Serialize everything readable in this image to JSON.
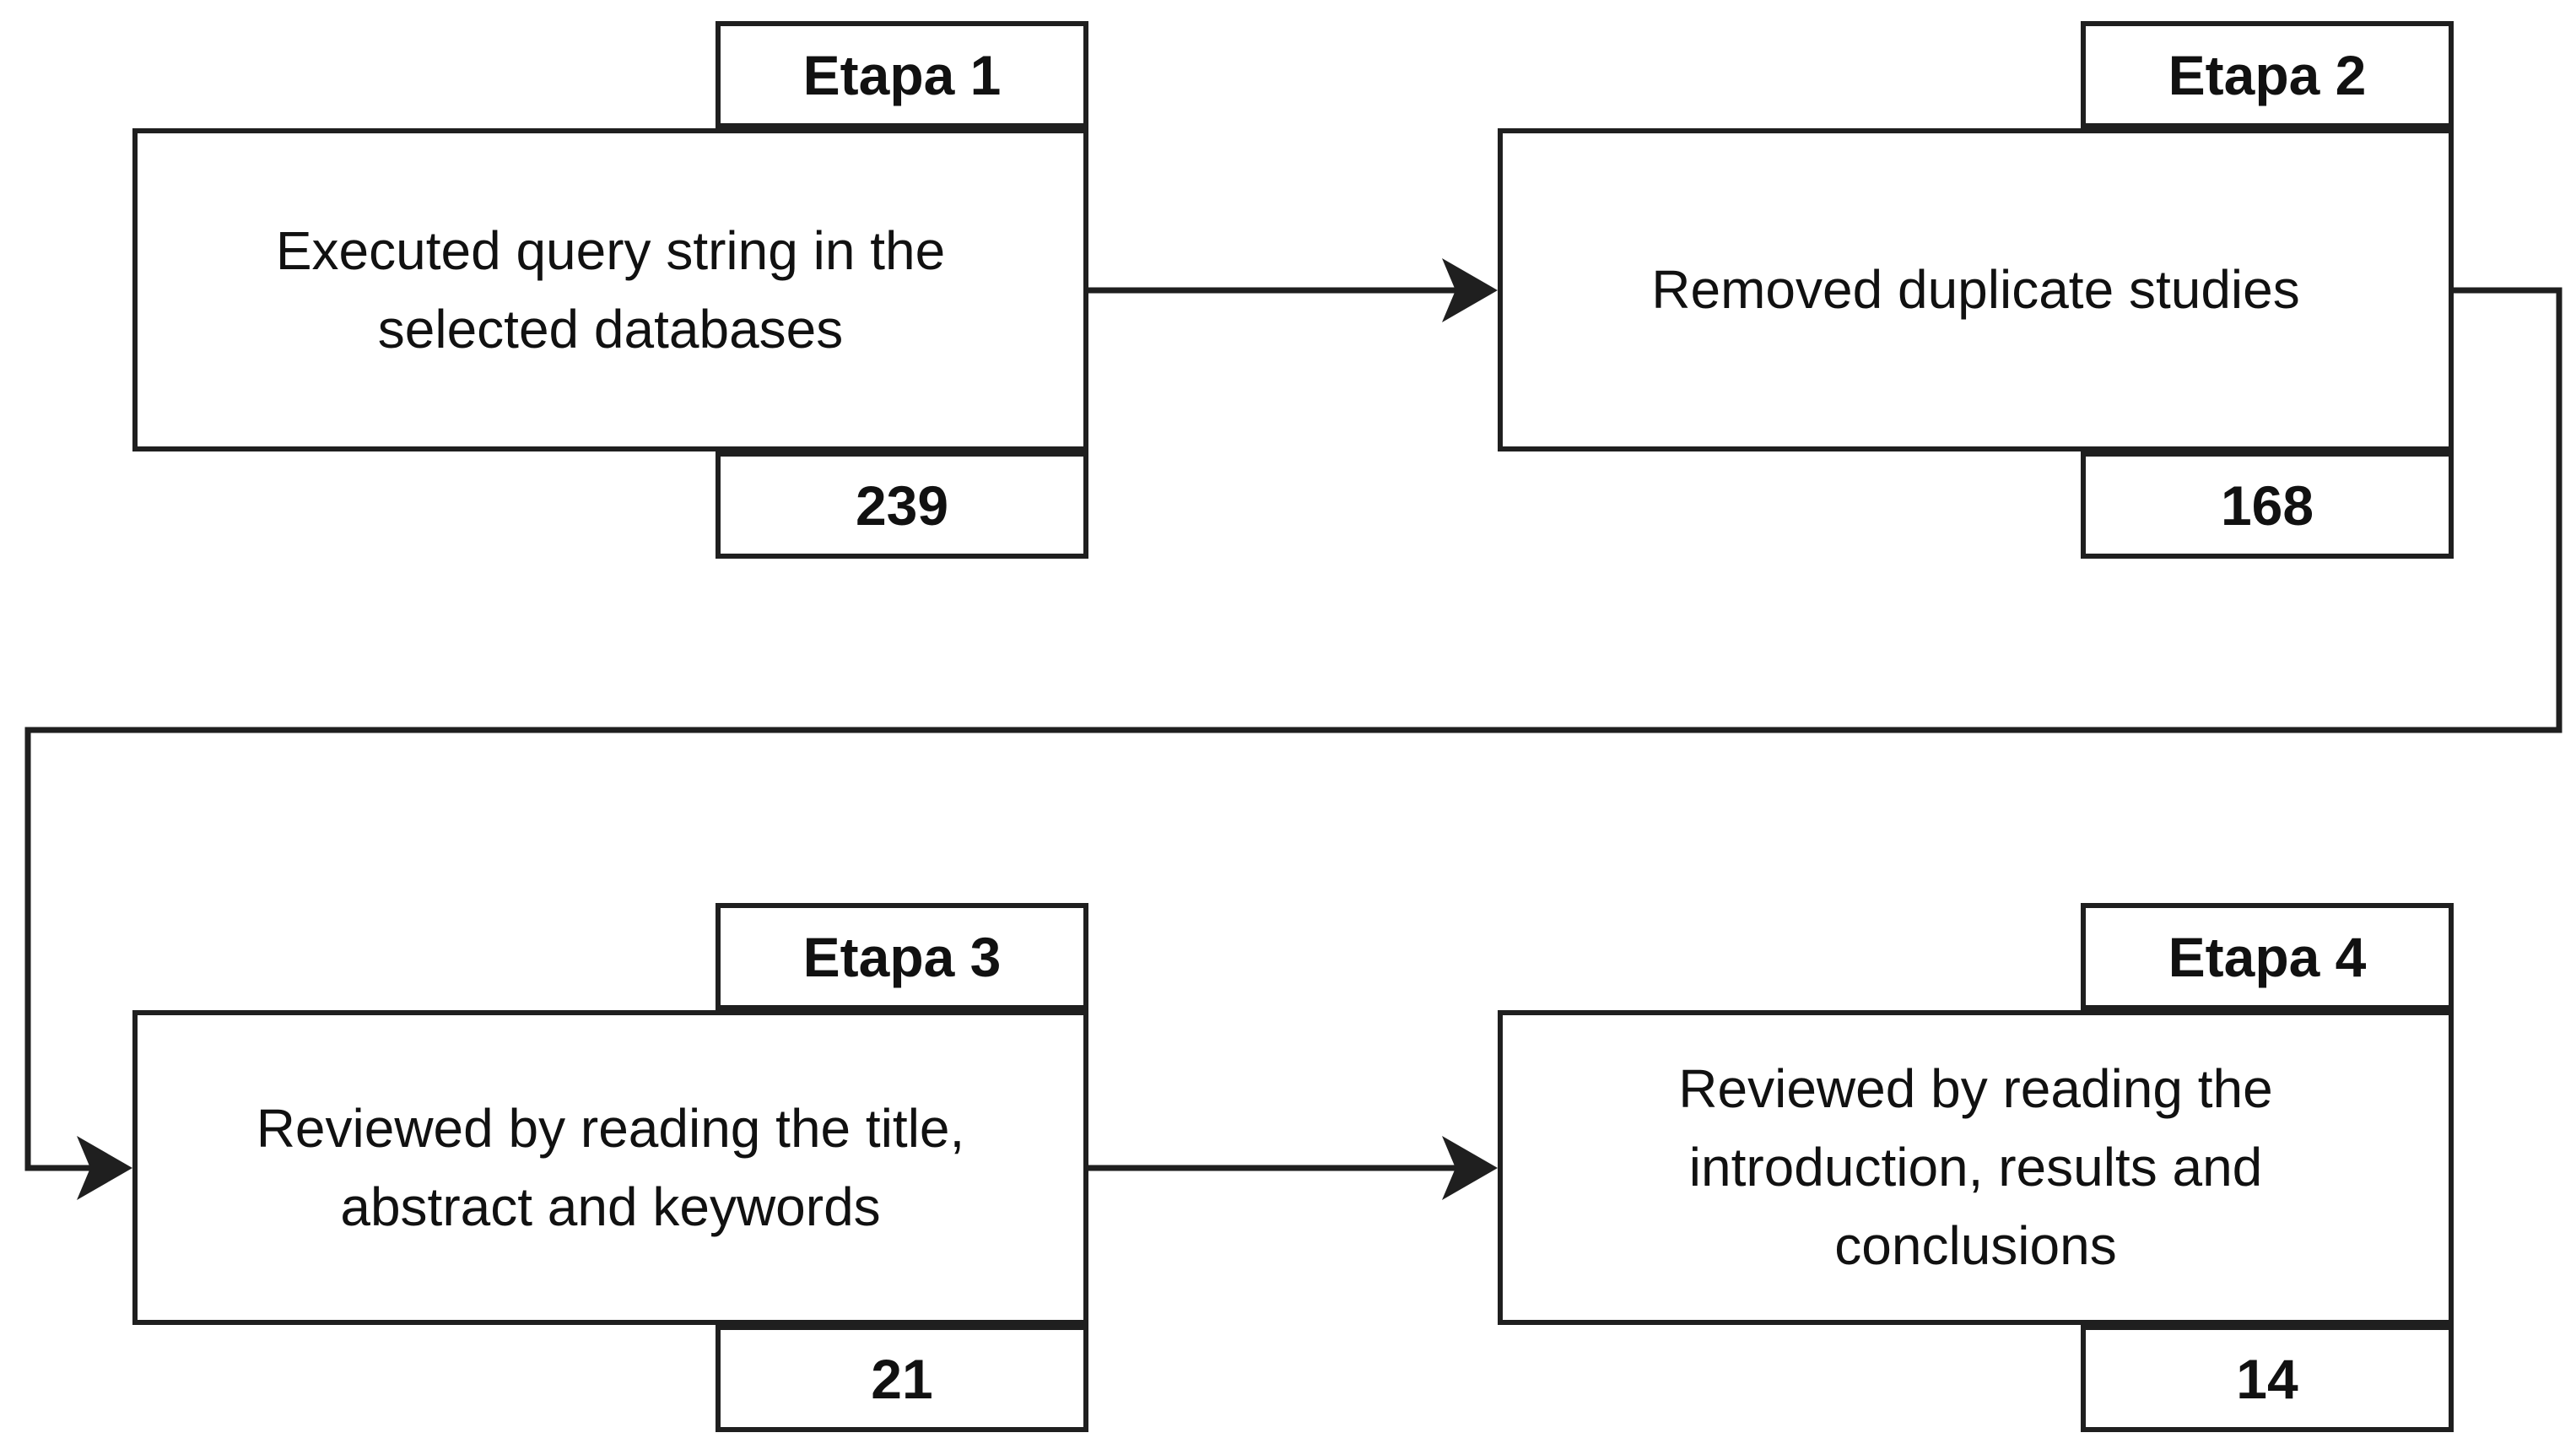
{
  "diagram": {
    "type": "flowchart",
    "background_color": "#ffffff",
    "line_color": "#1f1f1f",
    "text_color": "#111111",
    "stages": [
      {
        "label": "Etapa 1",
        "description": "Executed query string in the\nselected databases",
        "count": "239"
      },
      {
        "label": "Etapa 2",
        "description": "Removed duplicate studies",
        "count": "168"
      },
      {
        "label": "Etapa 3",
        "description": "Reviewed by reading the title,\nabstract and keywords",
        "count": "21"
      },
      {
        "label": "Etapa 4",
        "description": "Reviewed by reading the\nintroduction, results and\nconclusions",
        "count": "14"
      }
    ],
    "connections": [
      {
        "from": "Etapa 1",
        "to": "Etapa 2",
        "style": "straight-arrow"
      },
      {
        "from": "Etapa 2",
        "to": "Etapa 3",
        "style": "elbow-arrow"
      },
      {
        "from": "Etapa 3",
        "to": "Etapa 4",
        "style": "straight-arrow"
      }
    ]
  }
}
